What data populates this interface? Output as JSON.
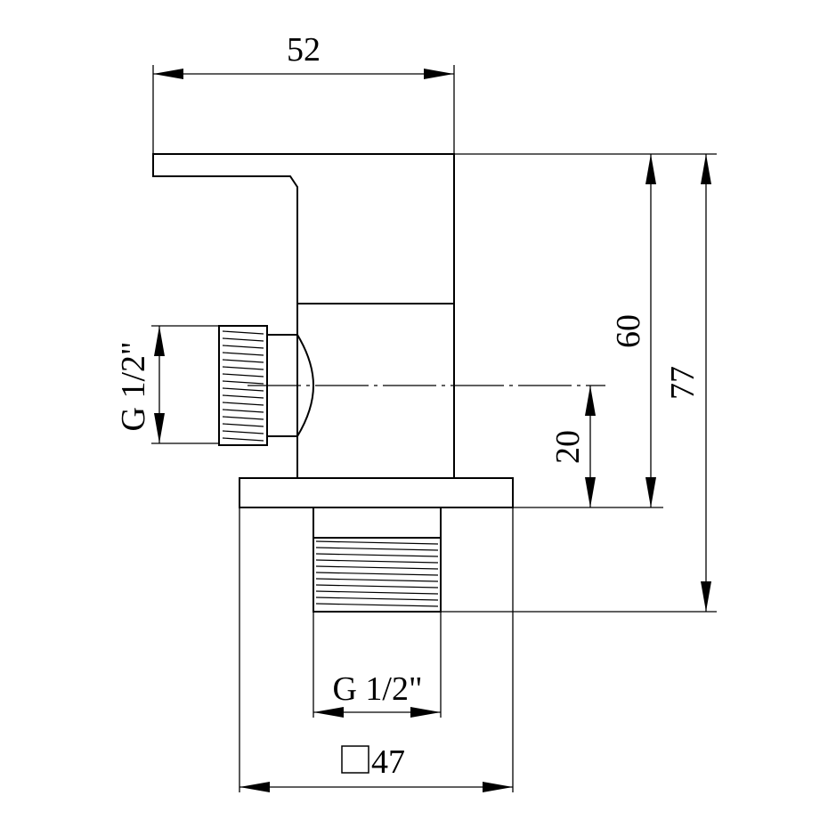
{
  "dimensions": {
    "top_width": "52",
    "body_height": "60",
    "total_height": "77",
    "outlet_offset": "20",
    "side_thread": "G 1/2\"",
    "bottom_thread": "G 1/2\"",
    "flange_square": "47"
  }
}
